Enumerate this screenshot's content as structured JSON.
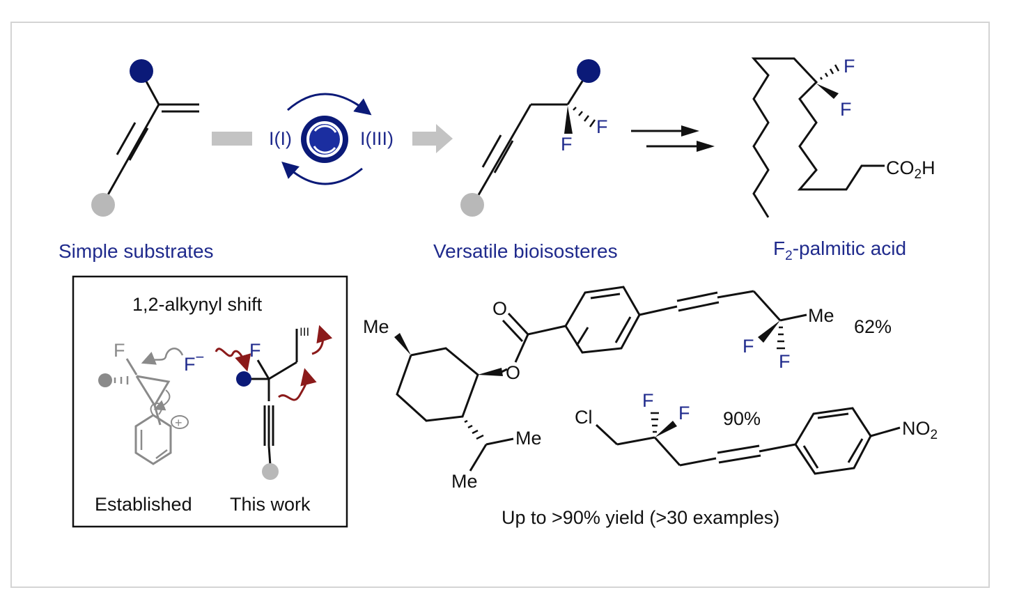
{
  "captions": {
    "simple_substrates": "Simple substrates",
    "versatile_bioisosteres": "Versatile bioisosteres",
    "f2_palmitic_prefix": "F",
    "f2_palmitic_sub": "2",
    "f2_palmitic_suffix": "-palmitic acid",
    "yield_summary": "Up to >90% yield (>30 examples)"
  },
  "catalytic_cycle": {
    "left_label": "I(I)",
    "right_label": "I(III)"
  },
  "atoms": {
    "F": "F",
    "Me": "Me",
    "O": "O",
    "Cl": "Cl",
    "co2h_prefix": "CO",
    "co2h_sub": "2",
    "co2h_suffix": "H",
    "no2_prefix": "NO",
    "no2_sub": "2"
  },
  "mechanism_box": {
    "title": "1,2-alkynyl shift",
    "established": "Established",
    "this_work": "This work",
    "fluoride": "F",
    "fluoride_charge": "−",
    "iodine_valence": "III",
    "cation_symbol": "+"
  },
  "yields": {
    "menthyl_ester": "62%",
    "chloro_nitro": "90%"
  },
  "colors": {
    "navy": "#0b1a78",
    "gray_substituent": "#b8b8b8",
    "arrow_gray": "#c3c3c3",
    "dark_red": "#8b1a1a",
    "caption_blue": "#1f2a8c"
  }
}
